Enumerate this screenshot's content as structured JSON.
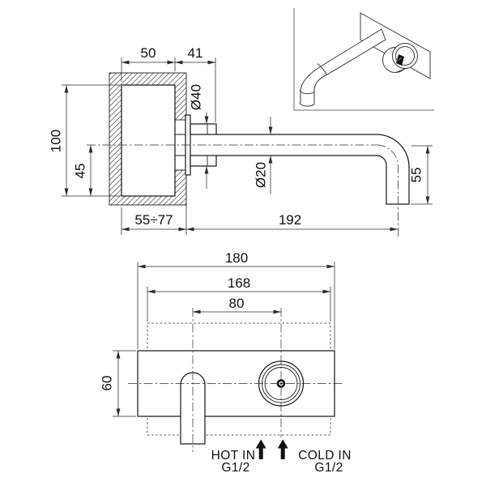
{
  "side_view": {
    "dim_box_width": "50",
    "dim_trim_depth": "41",
    "dim_escutcheon_diameter": "Ø40",
    "dim_body_height": "100",
    "dim_axis_to_bottom": "45",
    "dim_recess_depth_range": "55÷77",
    "dim_spout_reach": "192",
    "dim_spout_diameter": "Ø20",
    "dim_spout_drop": "55"
  },
  "front_view": {
    "dim_plate_width": "180",
    "dim_body_width": "168",
    "dim_spout_to_handle": "80",
    "dim_plate_height": "60",
    "hot_inlet": {
      "label": "HOT IN",
      "thread": "G1/2"
    },
    "cold_inlet": {
      "label": "COLD IN",
      "thread": "G1/2"
    }
  },
  "icons": {
    "hot_arrow": "up-arrow",
    "cold_arrow": "up-arrow"
  },
  "colors": {
    "line": "#1c1c1c",
    "dimension": "#2b2b2b",
    "text": "#111111",
    "hatch": "#4a4a4a",
    "background": "#ffffff"
  }
}
